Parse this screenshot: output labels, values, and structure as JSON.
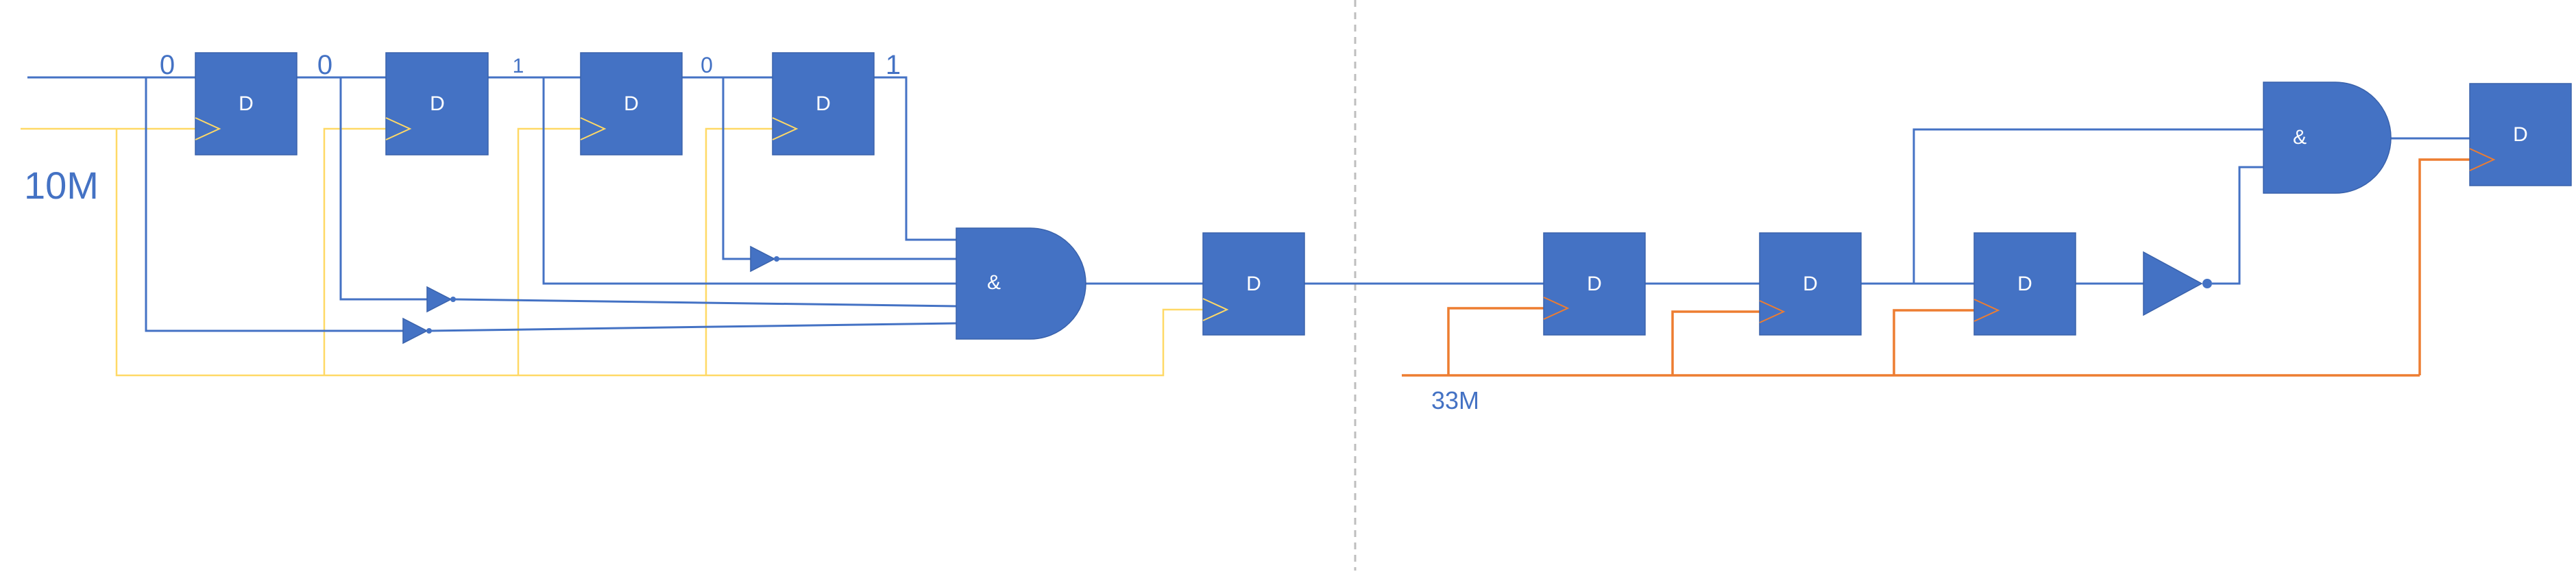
{
  "labels": {
    "clock_left": "10M",
    "clock_right": "33M",
    "bits": [
      "0",
      "0",
      "1",
      "0",
      "1"
    ],
    "flipflop": "D",
    "and_gate": "&"
  },
  "colors": {
    "component_fill": "#4472c4",
    "wire_blue": "#4472c4",
    "clock_10m": "#ffd966",
    "clock_33m": "#ed7d31",
    "divider": "#bfbfbf"
  }
}
